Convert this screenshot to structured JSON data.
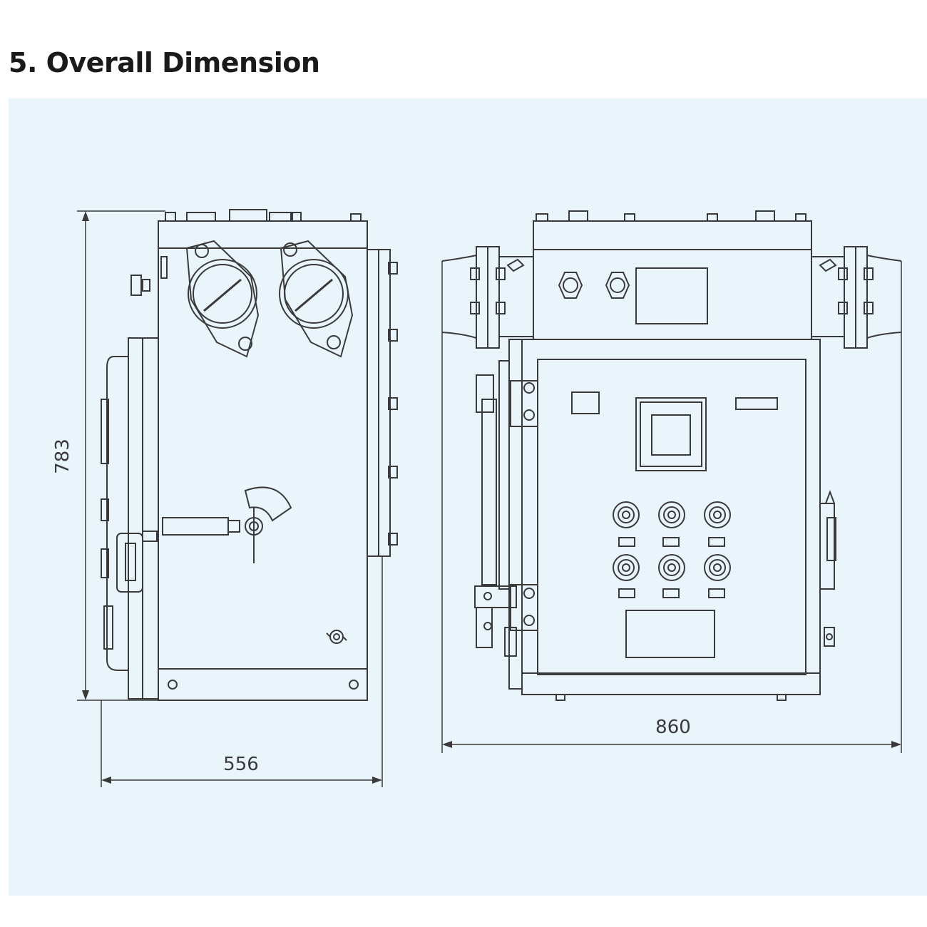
{
  "title": "5. Overall Dimension",
  "colors": {
    "panel_background": "#e9f4fb",
    "line": "#3a3a3a"
  },
  "dimensions": {
    "height": "783",
    "side_width": "556",
    "front_width": "860"
  }
}
